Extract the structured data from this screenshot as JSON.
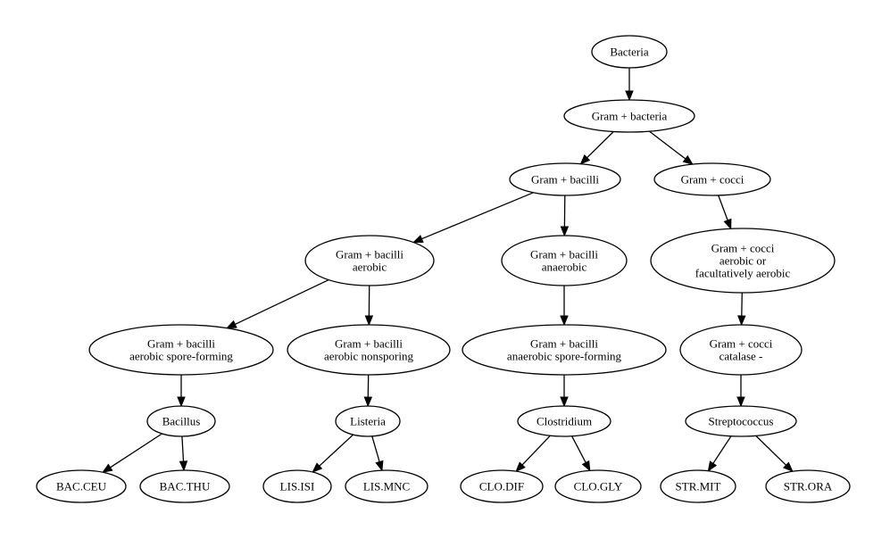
{
  "diagram": {
    "nodes": [
      {
        "id": "bacteria",
        "lines": [
          "Bacteria"
        ]
      },
      {
        "id": "gram-pos-bacteria",
        "lines": [
          "Gram + bacteria"
        ]
      },
      {
        "id": "gram-pos-bacilli",
        "lines": [
          "Gram + bacilli"
        ]
      },
      {
        "id": "gram-pos-cocci",
        "lines": [
          "Gram + cocci"
        ]
      },
      {
        "id": "bacilli-aerobic",
        "lines": [
          "Gram + bacilli",
          "aerobic"
        ]
      },
      {
        "id": "bacilli-anaerobic",
        "lines": [
          "Gram + bacilli",
          "anaerobic"
        ]
      },
      {
        "id": "cocci-aerobic",
        "lines": [
          "Gram + cocci",
          "aerobic or",
          "facultatively aerobic"
        ]
      },
      {
        "id": "bacilli-aerobic-spore",
        "lines": [
          "Gram + bacilli",
          "aerobic spore-forming"
        ]
      },
      {
        "id": "bacilli-aerobic-nonspore",
        "lines": [
          "Gram + bacilli",
          "aerobic nonsporing"
        ]
      },
      {
        "id": "bacilli-anaerobic-spore",
        "lines": [
          "Gram + bacilli",
          "anaerobic spore-forming"
        ]
      },
      {
        "id": "cocci-catalase-neg",
        "lines": [
          "Gram + cocci",
          "catalase -"
        ]
      },
      {
        "id": "bacillus",
        "lines": [
          "Bacillus"
        ]
      },
      {
        "id": "listeria",
        "lines": [
          "Listeria"
        ]
      },
      {
        "id": "clostridium",
        "lines": [
          "Clostridium"
        ]
      },
      {
        "id": "streptococcus",
        "lines": [
          "Streptococcus"
        ]
      },
      {
        "id": "bac-ceu",
        "lines": [
          "BAC.CEU"
        ]
      },
      {
        "id": "bac-thu",
        "lines": [
          "BAC.THU"
        ]
      },
      {
        "id": "lis-isi",
        "lines": [
          "LIS.ISI"
        ]
      },
      {
        "id": "lis-mnc",
        "lines": [
          "LIS.MNC"
        ]
      },
      {
        "id": "clo-dif",
        "lines": [
          "CLO.DIF"
        ]
      },
      {
        "id": "clo-gly",
        "lines": [
          "CLO.GLY"
        ]
      },
      {
        "id": "str-mit",
        "lines": [
          "STR.MIT"
        ]
      },
      {
        "id": "str-ora",
        "lines": [
          "STR.ORA"
        ]
      }
    ],
    "edges": [
      [
        "bacteria",
        "gram-pos-bacteria"
      ],
      [
        "gram-pos-bacteria",
        "gram-pos-bacilli"
      ],
      [
        "gram-pos-bacteria",
        "gram-pos-cocci"
      ],
      [
        "gram-pos-bacilli",
        "bacilli-aerobic"
      ],
      [
        "gram-pos-bacilli",
        "bacilli-anaerobic"
      ],
      [
        "gram-pos-cocci",
        "cocci-aerobic"
      ],
      [
        "bacilli-aerobic",
        "bacilli-aerobic-spore"
      ],
      [
        "bacilli-aerobic",
        "bacilli-aerobic-nonspore"
      ],
      [
        "bacilli-anaerobic",
        "bacilli-anaerobic-spore"
      ],
      [
        "cocci-aerobic",
        "cocci-catalase-neg"
      ],
      [
        "bacilli-aerobic-spore",
        "bacillus"
      ],
      [
        "bacilli-aerobic-nonspore",
        "listeria"
      ],
      [
        "bacilli-anaerobic-spore",
        "clostridium"
      ],
      [
        "cocci-catalase-neg",
        "streptococcus"
      ],
      [
        "bacillus",
        "bac-ceu"
      ],
      [
        "bacillus",
        "bac-thu"
      ],
      [
        "listeria",
        "lis-isi"
      ],
      [
        "listeria",
        "lis-mnc"
      ],
      [
        "clostridium",
        "clo-dif"
      ],
      [
        "clostridium",
        "clo-gly"
      ],
      [
        "streptococcus",
        "str-mit"
      ],
      [
        "streptococcus",
        "str-ora"
      ]
    ]
  }
}
